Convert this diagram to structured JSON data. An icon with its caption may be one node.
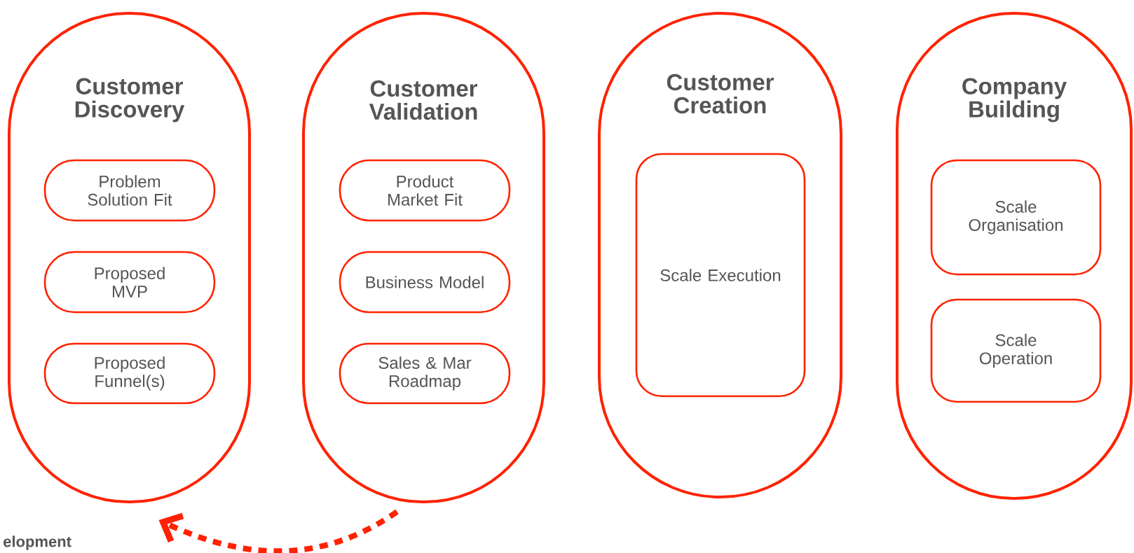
{
  "diagram": {
    "nodes": [
      {
        "text": [
          "Customer Discovery"
        ]
      },
      {
        "text": [
          "Customer Validation"
        ]
      },
      {
        "text": [
          "Customer Creation"
        ]
      },
      {
        "text": [
          "Company Building"
        ]
      },
      {
        "text": [
          "Problem Solution Fit"
        ],
        "in": 0
      },
      {
        "text": [
          "Proposed MVP"
        ],
        "in": 0
      },
      {
        "text": [
          "Proposed Funnel(s)"
        ],
        "in": 0
      },
      {
        "text": [
          "Product Market Fit"
        ],
        "in": 1
      },
      {
        "text": [
          "Business Model"
        ],
        "in": 1
      },
      {
        "text": [
          "Sales & Mar Roadmap"
        ],
        "in": 1
      },
      {
        "text": [
          "Scale Execution"
        ],
        "in": 2
      },
      {
        "text": [
          "Scale Organisation"
        ],
        "in": 3
      },
      {
        "text": [
          "Scale Operation"
        ],
        "in": 3
      }
    ],
    "edges": [
      {
        "from": 1,
        "to": 0,
        "arrow": "to",
        "style": "dashed"
      }
    ],
    "labels": [
      "elopment"
    ]
  }
}
